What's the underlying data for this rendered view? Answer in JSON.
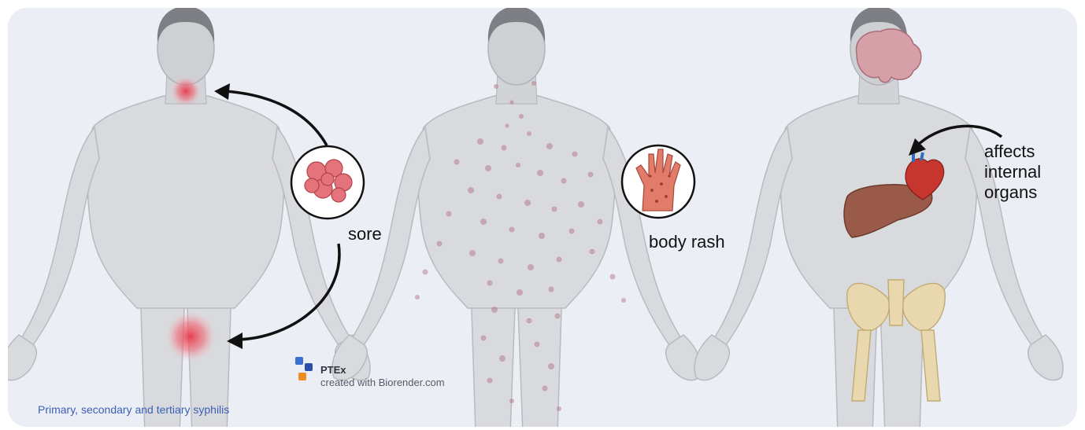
{
  "labels": {
    "sore": "sore",
    "body_rash": "body rash",
    "affects_internal_organs": "affects\ninternal\norgans"
  },
  "badge": {
    "title": "PTEx",
    "subtitle": "created with Biorender.com"
  },
  "caption": "Primary, secondary and tertiary syphilis",
  "colors": {
    "background": "#eceef5",
    "body_fill": "#d9dadd",
    "body_stroke": "#b9babf",
    "head_fill": "#c7c8cc",
    "hair": "#7d7f84",
    "sore_red": "#e8374b",
    "rash_spot": "#b0657a",
    "arrow": "#111111",
    "caption": "#3a5fb4",
    "brain": "#d7a0a8",
    "liver": "#9a5a4a",
    "heart": "#c7362e",
    "bones": "#e9d8ad"
  },
  "figures": [
    {
      "name": "primary",
      "description_icon": "sore-icon"
    },
    {
      "name": "secondary",
      "description_icon": "hand-rash-icon"
    },
    {
      "name": "tertiary",
      "description_icon": "organs-icon"
    }
  ]
}
